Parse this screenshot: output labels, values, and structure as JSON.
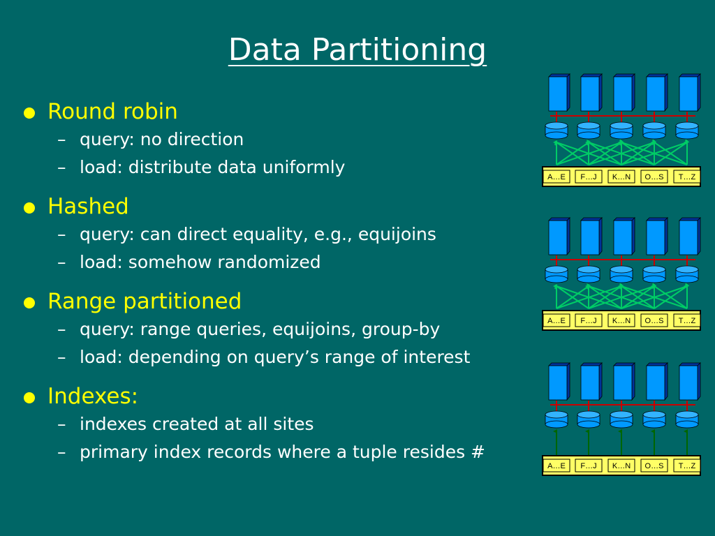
{
  "slide": {
    "title": "Data Partitioning",
    "bullets": [
      {
        "label": "Round robin",
        "subs": [
          "query: no direction",
          "load: distribute data uniformly"
        ]
      },
      {
        "label": "Hashed",
        "subs": [
          "query: can direct equality, e.g., equijoins",
          "load: somehow randomized"
        ]
      },
      {
        "label": "Range partitioned",
        "subs": [
          "query: range queries, equijoins, group-by",
          "load: depending on query’s range of interest"
        ]
      },
      {
        "label": "Indexes:",
        "subs": [
          "indexes created at all sites",
          "primary index records where a tuple resides #"
        ]
      }
    ],
    "sub_marker": "–"
  },
  "diagrams": {
    "range_labels": [
      "A…E",
      "F…J",
      "K…N",
      "O…S",
      "T…Z"
    ],
    "panels": [
      {
        "arrow_style": "crossing"
      },
      {
        "arrow_style": "crossing"
      },
      {
        "arrow_style": "direct"
      }
    ],
    "colors": {
      "background": "#006666",
      "title": "#ffffff",
      "bullet": "#ffff00",
      "sub": "#ffffff",
      "processor_front": "#0099ff",
      "processor_side": "#003399",
      "interconnect": "#cc0000",
      "arrow_cross": "#00cc66",
      "arrow_direct": "#006600",
      "range_bar": "#ffff66"
    }
  }
}
